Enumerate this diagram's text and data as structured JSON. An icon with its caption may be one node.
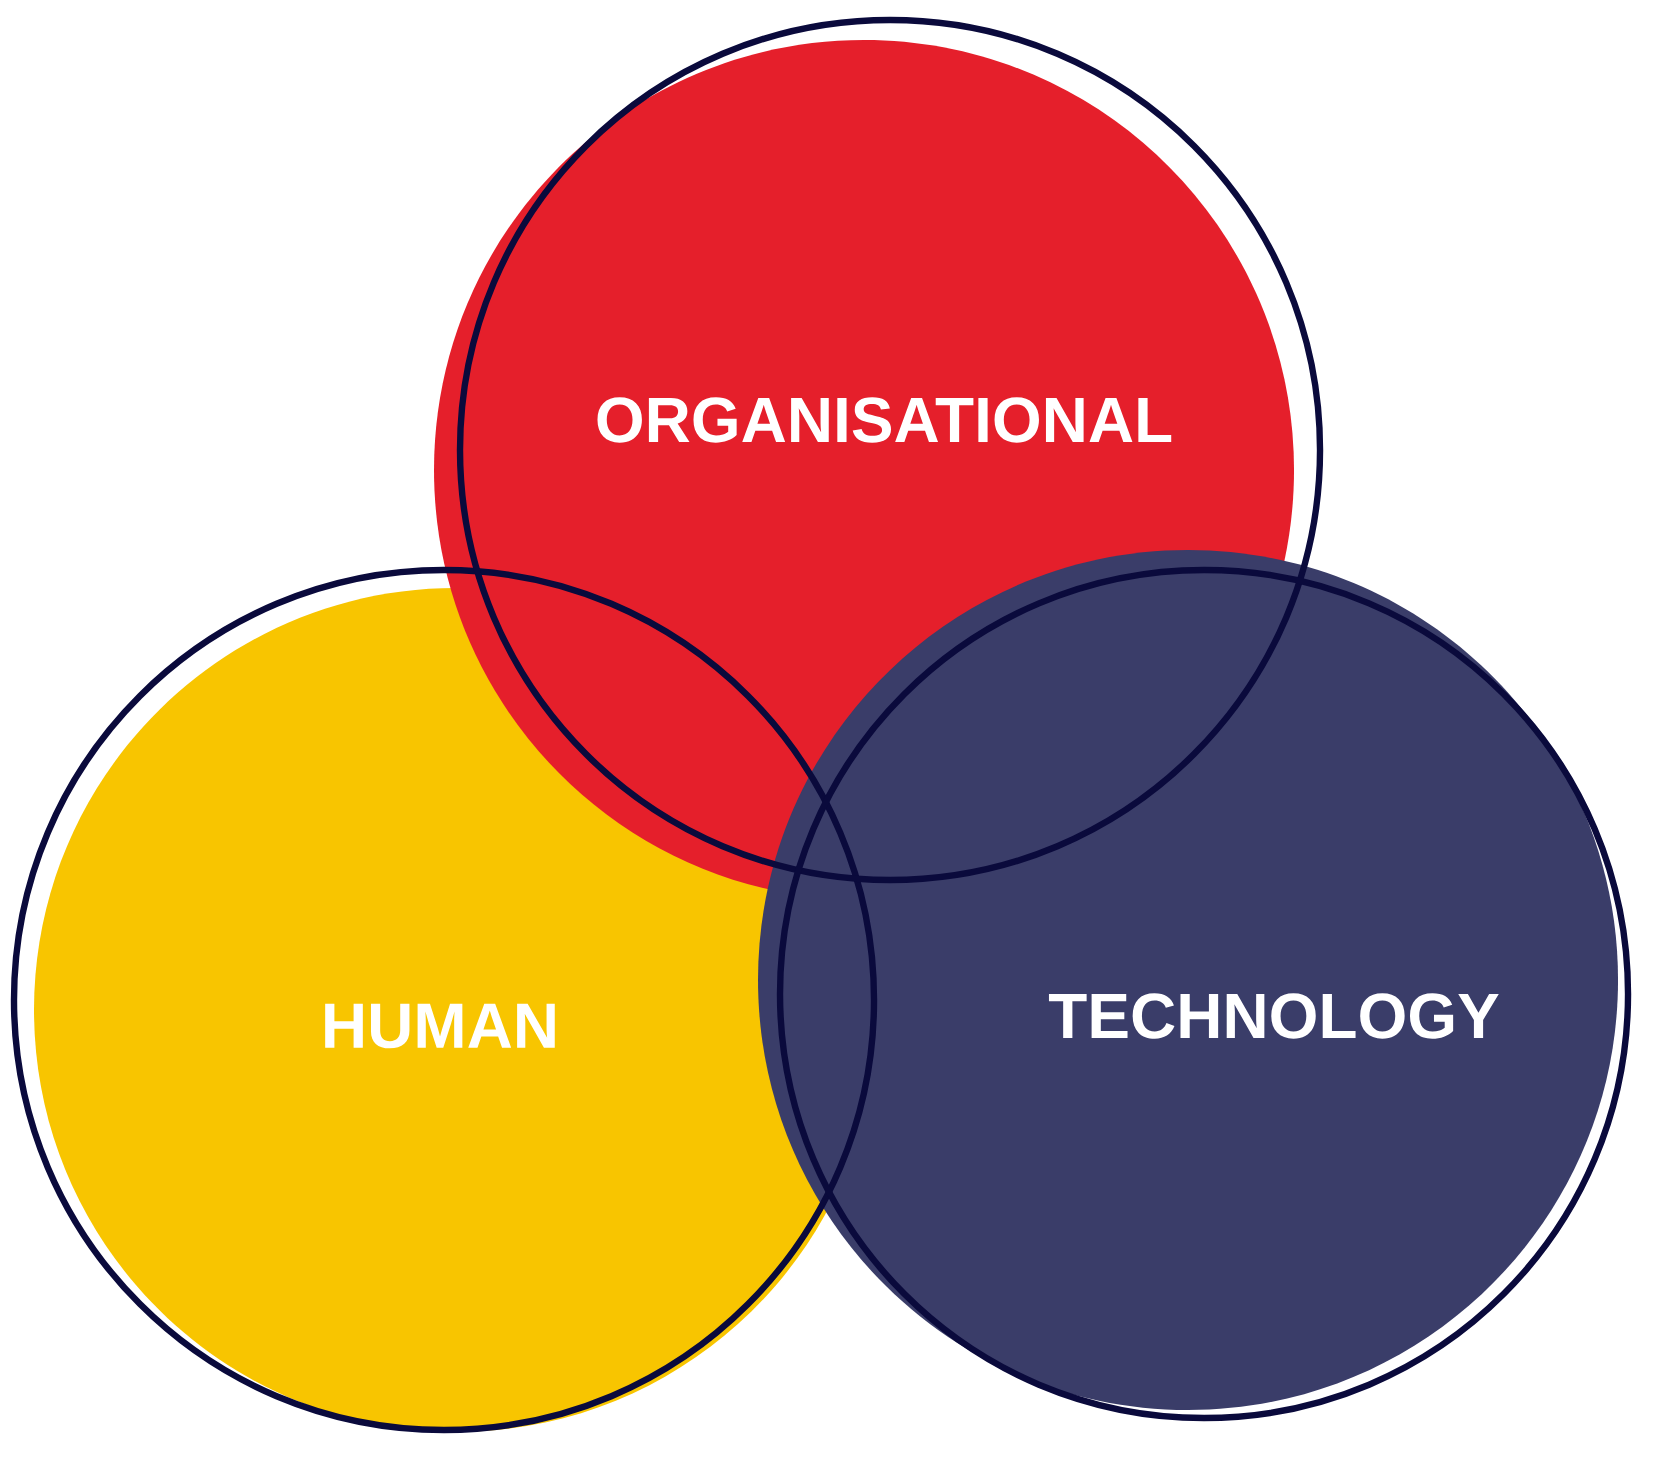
{
  "diagram": {
    "nodes": [
      {
        "text": [
          "HUMAN"
        ]
      },
      {
        "text": [
          "ORGANISATIONAL"
        ]
      },
      {
        "text": [
          "TECHNOLOGY"
        ]
      }
    ]
  }
}
